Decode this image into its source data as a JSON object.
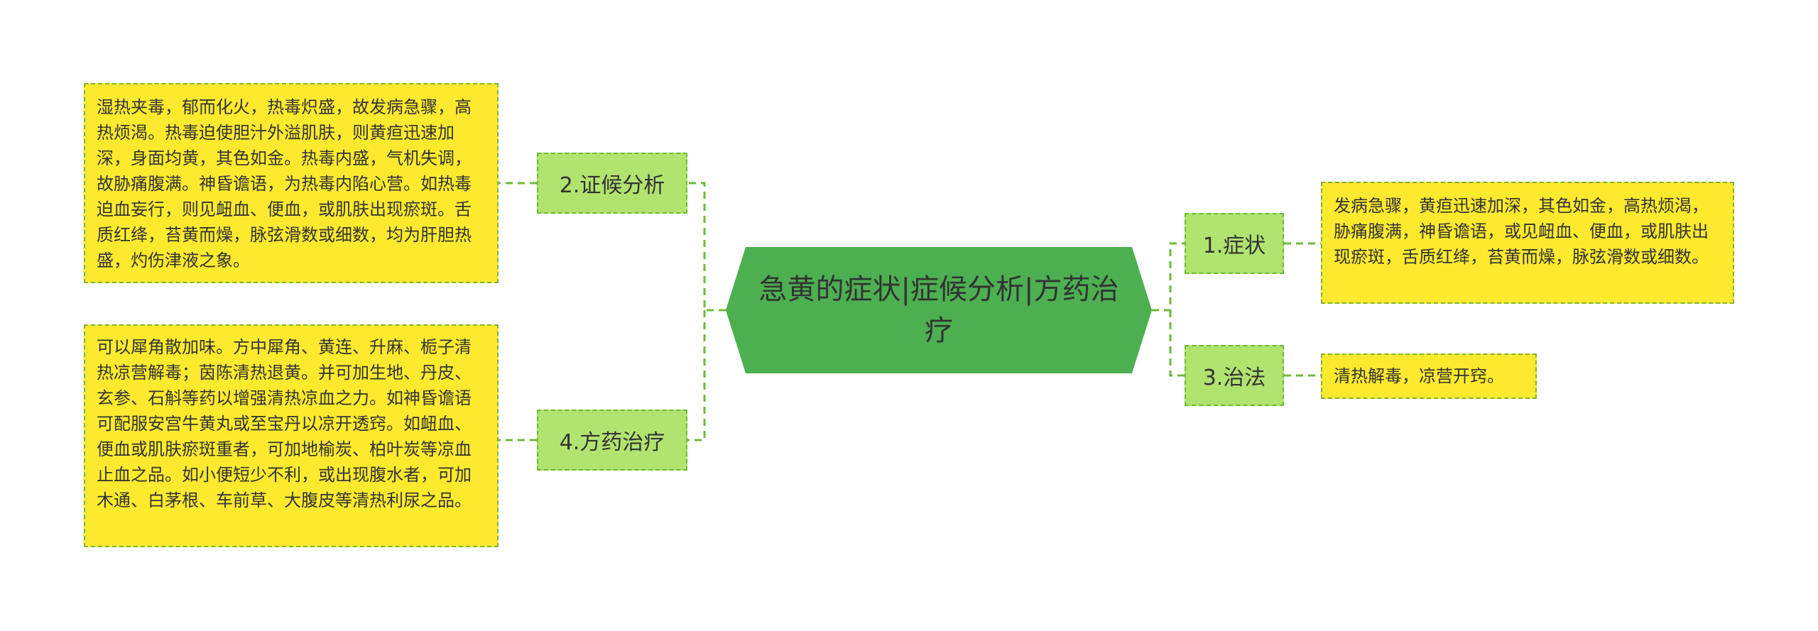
{
  "central": {
    "title": "急黄的症状|症候分析|方药治疗"
  },
  "branches": [
    {
      "label": "1.症状",
      "detail": "发病急骤，黄疸迅速加深，其色如金，高热烦渴，胁痛腹满，神昏谵语，或见衄血、便血，或肌肤出现瘀斑，舌质红绛，苔黄而燥，脉弦滑数或细数。"
    },
    {
      "label": "2.证候分析",
      "detail": "湿热夹毒，郁而化火，热毒炽盛，故发病急骤，高热烦渴。热毒迫使胆汁外溢肌肤，则黄疸迅速加深，身面均黄，其色如金。热毒内盛，气机失调，故胁痛腹满。神昏谵语，为热毒内陷心营。如热毒迫血妄行，则见衄血、便血，或肌肤出现瘀斑。舌质红绛，苔黄而燥，脉弦滑数或细数，均为肝胆热盛，灼伤津液之象。"
    },
    {
      "label": "3.治法",
      "detail": "清热解毒，凉营开窍。"
    },
    {
      "label": "4.方药治疗",
      "detail": "可以犀角散加味。方中犀角、黄连、升麻、栀子清热凉营解毒；茵陈清热退黄。并可加生地、丹皮、玄参、石斛等药以增强清热凉血之力。如神昏谵语可配服安宫牛黄丸或至宝丹以凉开透窍。如衄血、便血或肌肤瘀斑重者，可加地榆炭、柏叶炭等凉血止血之品。如小便短少不利，或出现腹水者，可加木通、白茅根、车前草、大腹皮等清热利尿之品。"
    }
  ],
  "colors": {
    "central_fill": "#4caf50",
    "branch_fill": "#b1e36f",
    "leaf_fill": "#fdea2e",
    "connector": "#6fb83a"
  }
}
